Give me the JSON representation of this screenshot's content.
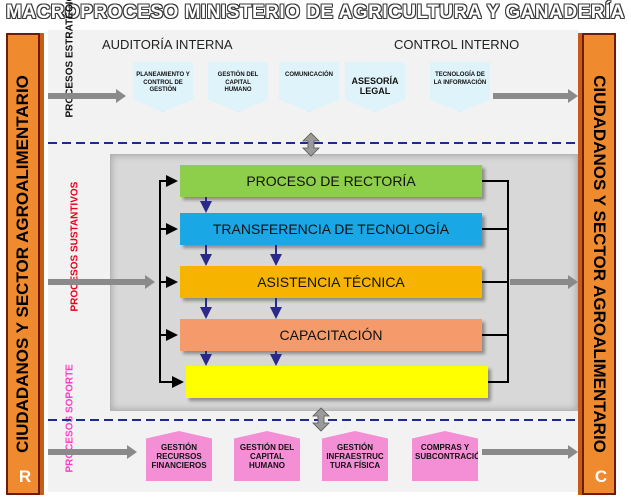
{
  "title": "MACROPROCESO MINISTERIO DE AGRICULTURA Y GANADERÍA",
  "side_left": {
    "label": "CIUDADANOS Y SECTOR AGROALIMENTARIO",
    "corner": "R"
  },
  "side_right": {
    "label": "CIUDADANOS Y SECTOR AGROALIMENTARIO",
    "corner": "C"
  },
  "strategic": {
    "label": "PROCESOS ESTRATÉGICOS",
    "header_left": "AUDITORÍA INTERNA",
    "header_right": "CONTROL INTERNO",
    "items": [
      "PLANEAMIENTO Y CONTROL DE GESTIÓN",
      "GESTIÓN DEL CAPITAL HUMANO",
      "COMUNICACIÓN",
      "ASESORÍA LEGAL",
      "TECNOLOGÍA DE LA INFORMACIÓN"
    ]
  },
  "substantive": {
    "label": "PROCESOS SUSTANTIVOS",
    "bars": [
      "PROCESO DE RECTORÍA",
      "TRANSFERENCIA DE TECNOLOGÍA",
      "ASISTENCIA TÉCNICA",
      "CAPACITACIÓN",
      ""
    ]
  },
  "support": {
    "label": "PROCESOS SOPORTE",
    "items": [
      "GESTIÓN RECURSOS FINANCIEROS",
      "GESTIÓN DEL CAPITAL HUMANO",
      "GESTIÓN INFRAESTRUC TURA FÍSICA",
      "COMPRAS Y SUBCONTRACIÓN"
    ]
  },
  "colors": {
    "side": "#f08a2f",
    "strategic_box": "#dff3fb",
    "support_box": "#f48fd6",
    "bars": [
      "#8dcf4b",
      "#1aa7e6",
      "#f6b400",
      "#f59a6a",
      "#ffff00"
    ],
    "divider": "#1f2a8a",
    "support_label": "#ff3ec7",
    "substantive_label": "#e8001b"
  }
}
